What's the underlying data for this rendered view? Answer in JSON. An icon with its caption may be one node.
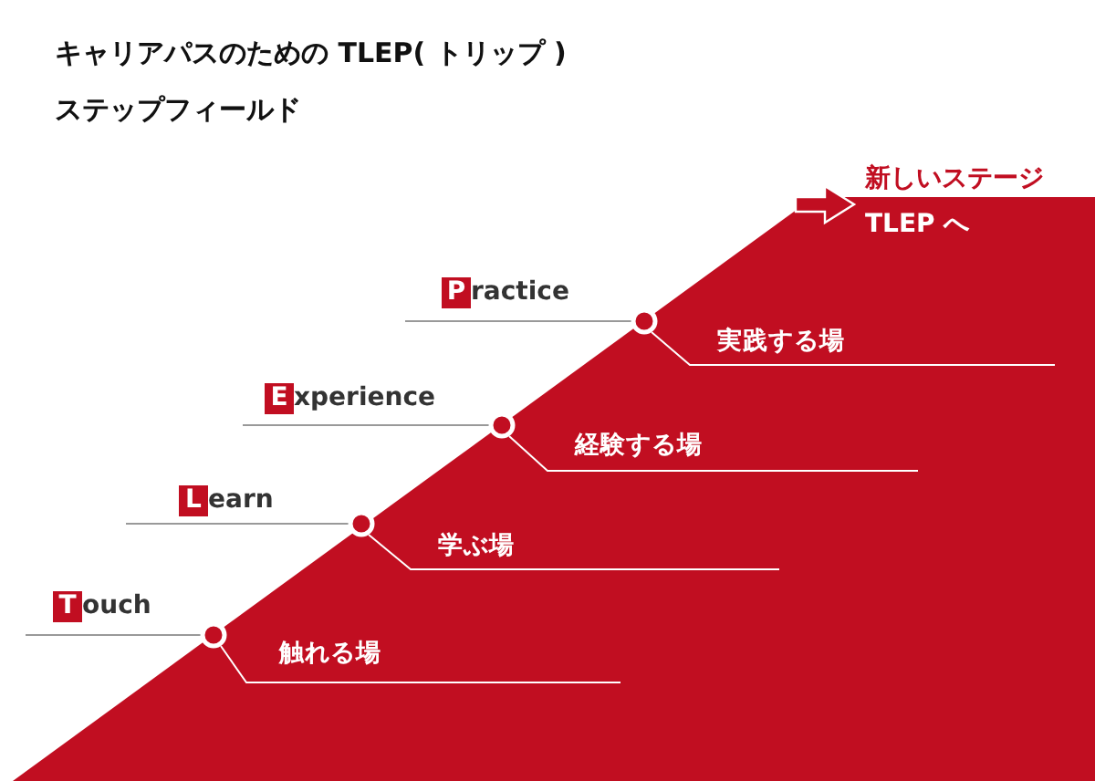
{
  "diagram": {
    "title": "キャリアパスのための TLEP( トリップ )ステップフィールド",
    "labels": [
      "新しいステージTLEP へ",
      "Practice",
      "実践する場",
      "Experience",
      "経験する場",
      "Learn",
      "学ぶ場",
      "Touch",
      "触れる場"
    ]
  }
}
